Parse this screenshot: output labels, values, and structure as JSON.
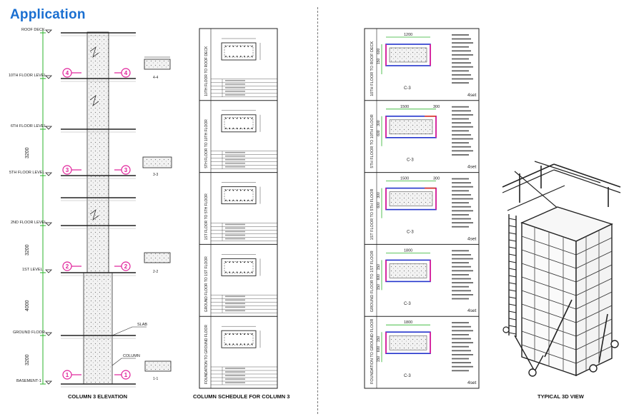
{
  "header": {
    "title": "Application"
  },
  "elevation": {
    "caption": "COLUMN 3 ELEVATION",
    "levels": [
      "ROOF DECK",
      "10TH FLOOR LEVEL",
      "6TH FLOOR LEVEL",
      "5TH FLOOR LEVEL",
      "2ND FLOOR LEVEL",
      "1ST LEVEL",
      "GROUND FLOOR",
      "BASEMENT-1"
    ],
    "dims": [
      "3200",
      "3200",
      "4000",
      "3200"
    ],
    "slab_label": "SLAB",
    "column_label": "COLUMN",
    "markers": [
      "4",
      "3",
      "2",
      "1"
    ],
    "section_labels": [
      "4-4",
      "3-3",
      "2-2",
      "1-1"
    ]
  },
  "schedule": {
    "caption": "COLUMN SCHEDULE FOR COLUMN 3",
    "rows": [
      "10TH FLOOR TO ROOF DECK",
      "5TH FLOOR TO 10TH FLOOR",
      "1ST FLOOR TO 5TH FLOOR",
      "GROUND FLOOR TO 1ST FLOOR",
      "FOUNDATION TO GROUND FLOOR"
    ]
  },
  "sets": {
    "rows": [
      {
        "label": "10TH FLOOR TO ROOF DECK",
        "dims": [
          "1200"
        ],
        "vert": [
          "600",
          "150"
        ],
        "section": "C-3",
        "count": "4set"
      },
      {
        "label": "5TH FLOOR TO 10TH FLOOR",
        "dims": [
          "1500",
          "300"
        ],
        "vert": [
          "300",
          "600"
        ],
        "section": "C-3",
        "count": "4set"
      },
      {
        "label": "1ST FLOOR TO 5TH FLOOR",
        "dims": [
          "1500",
          "300"
        ],
        "vert": [
          "300",
          "600"
        ],
        "section": "C-3",
        "count": "4set"
      },
      {
        "label": "GROUND FLOOR TO 1ST FLOOR",
        "dims": [
          "1800"
        ],
        "vert": [
          "150",
          "600",
          "150"
        ],
        "section": "C-3",
        "count": "4set"
      },
      {
        "label": "FOUNDATION TO GROUND FLOOR",
        "dims": [
          "1800"
        ],
        "vert": [
          "150",
          "600",
          "150"
        ],
        "section": "C-3",
        "count": "4set"
      }
    ]
  },
  "view3d": {
    "caption": "TYPICAL 3D VIEW"
  }
}
